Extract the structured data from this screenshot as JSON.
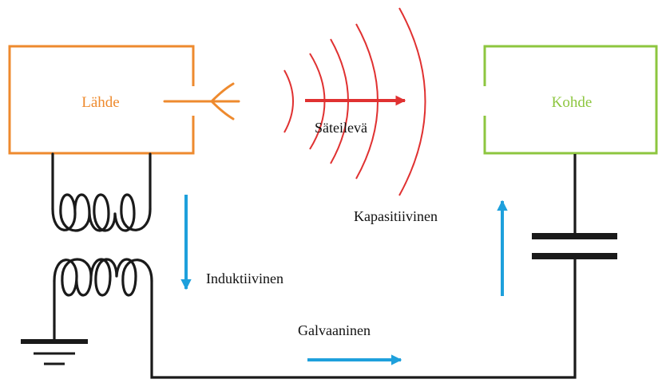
{
  "source": {
    "label": "Lähde",
    "color": "#ee8a2e"
  },
  "target": {
    "label": "Kohde",
    "color": "#8dc63f"
  },
  "couplings": {
    "radiated": {
      "label": "Säteilevä",
      "color": "#e03131"
    },
    "inductive": {
      "label": "Induktiivinen",
      "color": "#1ea0dc"
    },
    "capacitive": {
      "label": "Kapasitiivinen",
      "color": "#1ea0dc"
    },
    "galvanic": {
      "label": "Galvaaninen",
      "color": "#1ea0dc"
    }
  },
  "wave_color": "#e03131",
  "wire_color": "#1a1a1a"
}
